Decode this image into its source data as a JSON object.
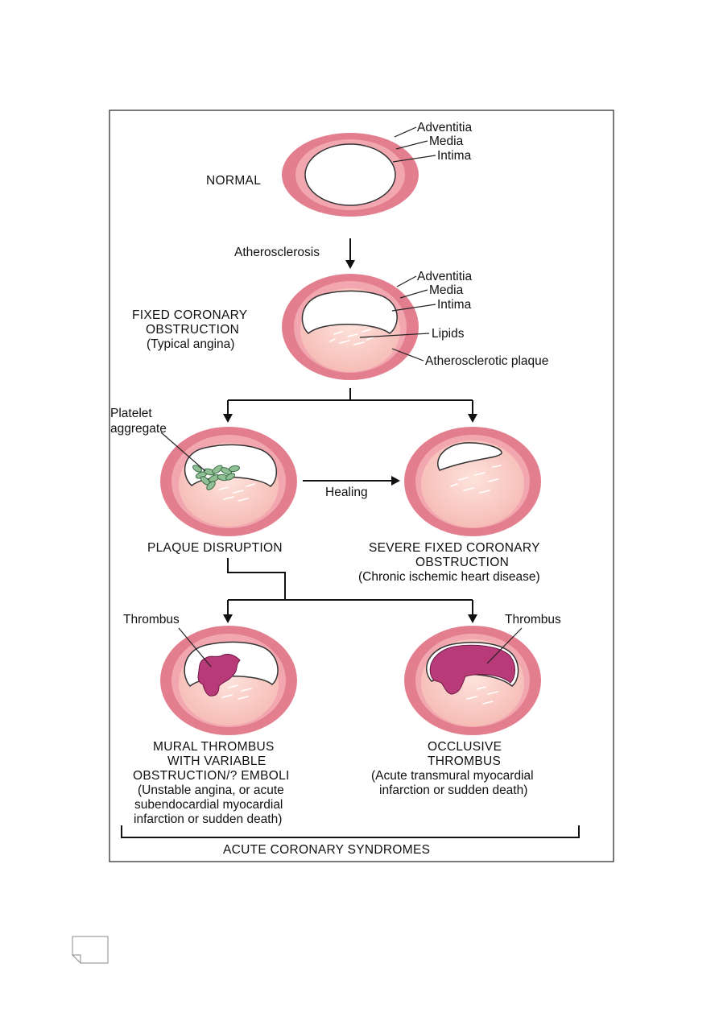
{
  "labels": {
    "adventitia": "Adventitia",
    "media": "Media",
    "intima": "Intima",
    "lipids": "Lipids",
    "atherosclerotic_plaque": "Atherosclerotic plaque",
    "platelet_line1": "Platelet",
    "platelet_line2": "aggregate",
    "thrombus": "Thrombus"
  },
  "stages": {
    "normal": {
      "title": "NORMAL"
    },
    "fixed": {
      "line1": "FIXED CORONARY",
      "line2": "OBSTRUCTION",
      "line3": "(Typical angina)"
    },
    "disruption": {
      "title": "PLAQUE DISRUPTION"
    },
    "severe": {
      "line1": "SEVERE FIXED CORONARY",
      "line2": "OBSTRUCTION",
      "line3": "(Chronic ischemic heart disease)"
    },
    "mural": {
      "line1": "MURAL THROMBUS",
      "line2": "WITH VARIABLE",
      "line3": "OBSTRUCTION/? EMBOLI",
      "line4": "(Unstable angina, or acute",
      "line5": "subendocardial myocardial",
      "line6": "infarction or sudden death)"
    },
    "occlusive": {
      "line1": "OCCLUSIVE",
      "line2": "THROMBUS",
      "line3": "(Acute transmural myocardial",
      "line4": "infarction or sudden death)"
    }
  },
  "transitions": {
    "atherosclerosis": "Atherosclerosis",
    "healing": "Healing"
  },
  "footer": "ACUTE CORONARY SYNDROMES",
  "colors": {
    "adventitia": "#e37e8f",
    "media": "#f2a7b0",
    "plaque": "#fbd4cd",
    "thrombus": "#b83a78",
    "platelet": "#8fbf95"
  }
}
